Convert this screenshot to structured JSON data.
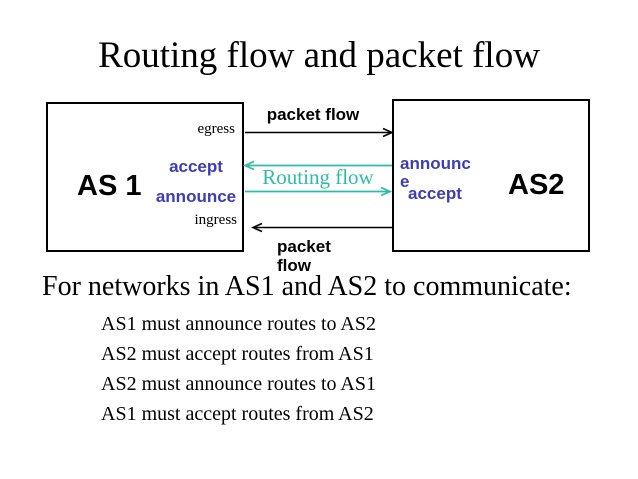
{
  "title": "Routing flow and packet flow",
  "colors": {
    "background": "#ffffff",
    "text_black": "#000000",
    "label_blue": "#3d3db5",
    "routing_teal": "#2ebda4"
  },
  "diagram": {
    "as1": {
      "label": "AS 1",
      "egress": "egress",
      "accept": "accept",
      "announce": "announce",
      "ingress": "ingress"
    },
    "as2": {
      "label": "AS2",
      "announce_wrap_line1": "announc",
      "announce_wrap_line2": "e",
      "accept": "accept"
    },
    "packet_flow_top_label": "packet flow",
    "routing_flow_label": "Routing flow",
    "packet_flow_bottom_line1": "packet",
    "packet_flow_bottom_line2": "flow",
    "arrows": [
      {
        "name": "packet-flow-top",
        "direction": "right",
        "color": "#000000"
      },
      {
        "name": "routing-flow-upper",
        "direction": "left",
        "color": "#2ebda4"
      },
      {
        "name": "routing-flow-lower",
        "direction": "right",
        "color": "#2ebda4"
      },
      {
        "name": "packet-flow-bottom",
        "direction": "left",
        "color": "#000000"
      }
    ]
  },
  "body": {
    "heading": "For networks in AS1 and AS2 to communicate:",
    "bullets": [
      "AS1 must announce routes to AS2",
      "AS2 must accept routes from AS1",
      "AS2 must announce routes to AS1",
      "AS1 must accept routes from AS2"
    ]
  }
}
